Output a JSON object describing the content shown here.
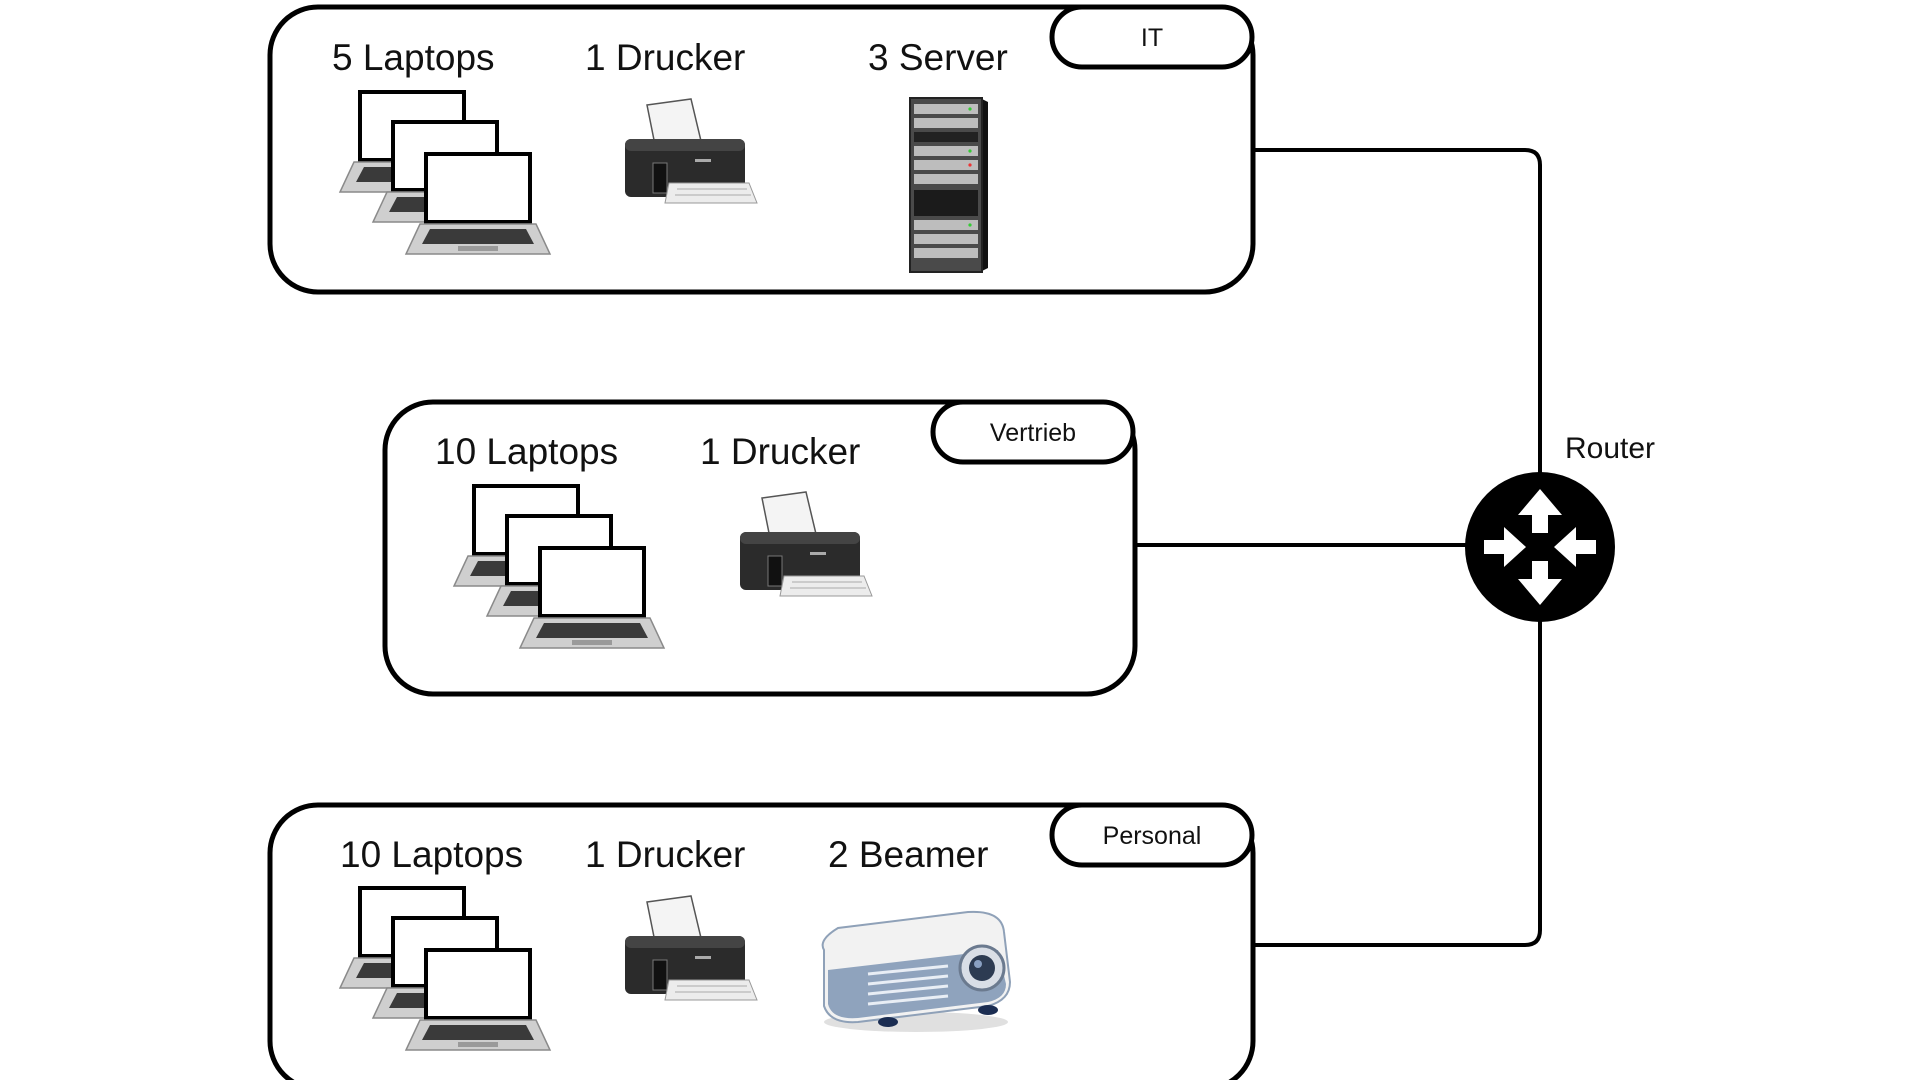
{
  "router": {
    "label": "Router",
    "icon": "router-icon"
  },
  "departments": [
    {
      "tag": "IT",
      "devices": [
        {
          "label": "5 Laptops",
          "icon": "laptops-icon"
        },
        {
          "label": "1 Drucker",
          "icon": "printer-icon"
        },
        {
          "label": "3 Server",
          "icon": "server-rack-icon"
        }
      ]
    },
    {
      "tag": "Vertrieb",
      "devices": [
        {
          "label": "10 Laptops",
          "icon": "laptops-icon"
        },
        {
          "label": "1 Drucker",
          "icon": "printer-icon"
        }
      ]
    },
    {
      "tag": "Personal",
      "devices": [
        {
          "label": "10 Laptops",
          "icon": "laptops-icon"
        },
        {
          "label": "1 Drucker",
          "icon": "printer-icon"
        },
        {
          "label": "2 Beamer",
          "icon": "projector-icon"
        }
      ]
    }
  ]
}
